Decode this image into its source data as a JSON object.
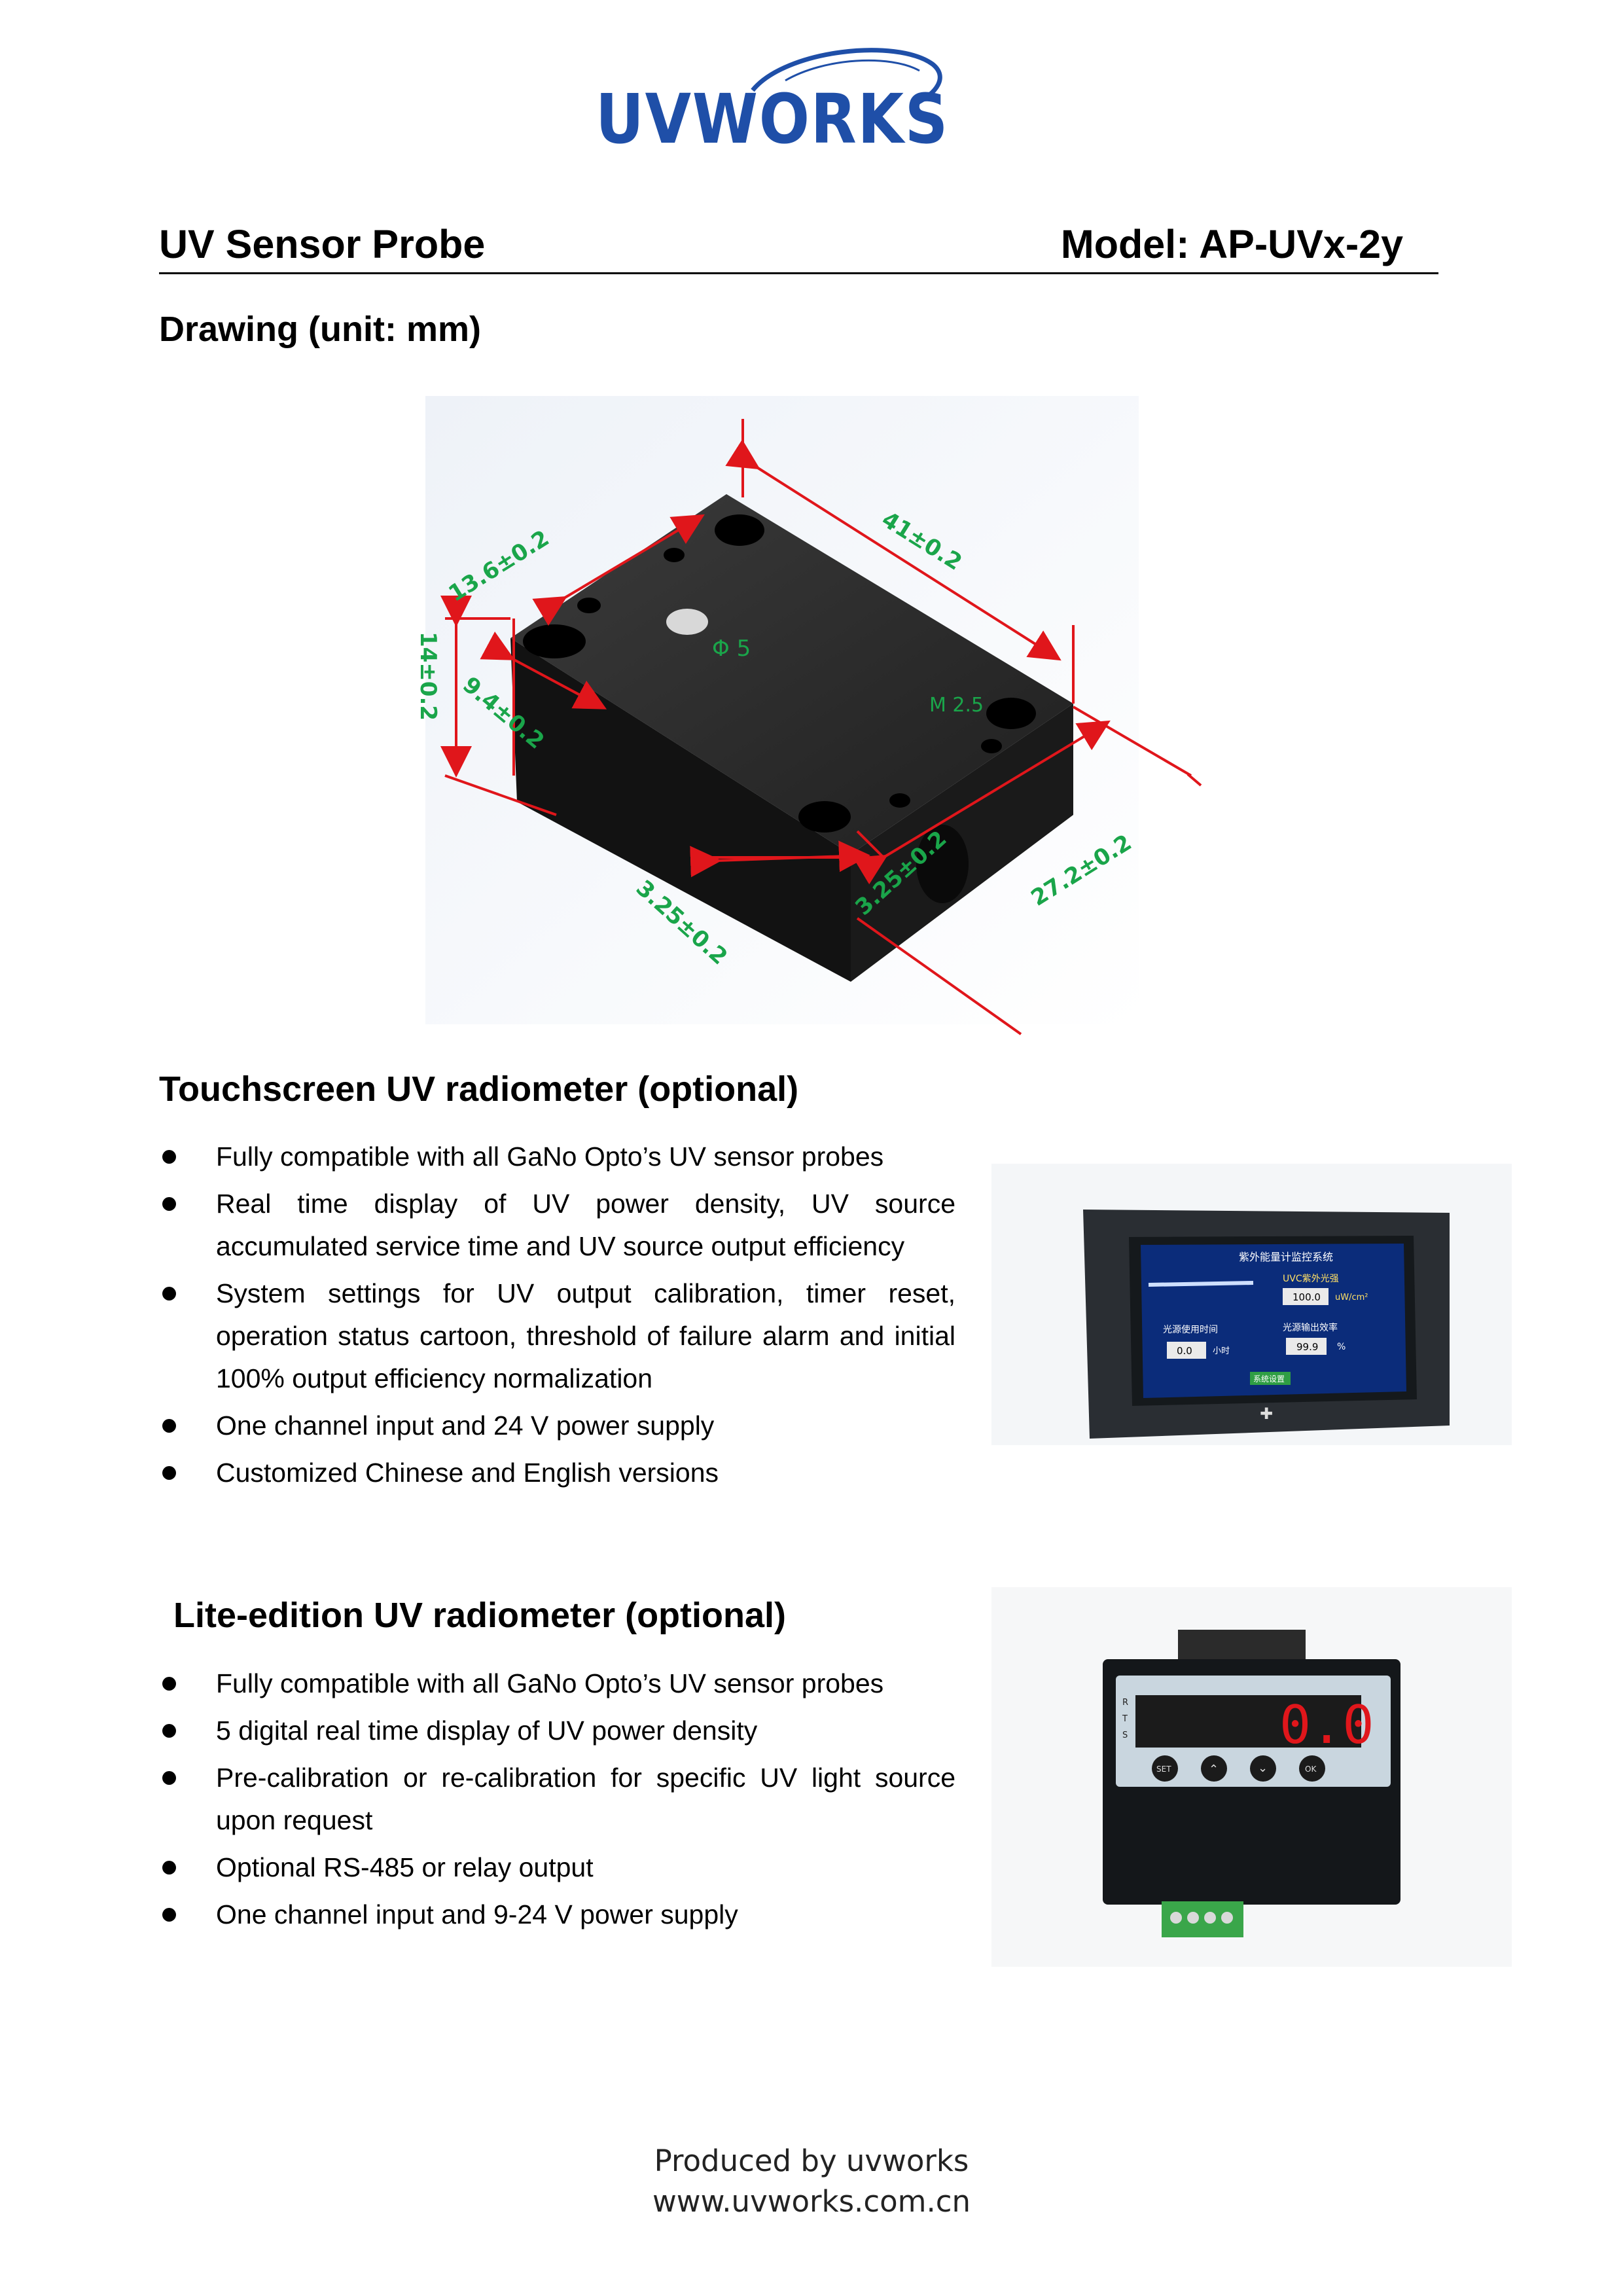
{
  "logo": {
    "text": "UVWORKS"
  },
  "header": {
    "product": "UV Sensor Probe",
    "model": "Model: AP-UVx-2y"
  },
  "drawing": {
    "heading": "Drawing (unit: mm)",
    "dimensions": {
      "length": "41±0.2",
      "width": "27.2±0.2",
      "height": "14±0.2",
      "hole_offset_x": "13.6±0.2",
      "hole_offset_y": "9.4±0.2",
      "side_offset_a": "3.25±0.2",
      "side_offset_b": "3.25±0.2",
      "hole_diameter": "Φ 5",
      "thread": "M 2.5"
    }
  },
  "touchscreen": {
    "heading": "Touchscreen UV radiometer (optional)",
    "bullets": [
      "Fully compatible with all GaNo Opto’s UV sensor probes",
      "Real time display of UV power density, UV source accumulated service time and UV source output efficiency",
      "System settings for UV output calibration, timer reset, operation status cartoon, threshold of failure alarm and initial 100% output efficiency normalization",
      "One channel input and 24 V power supply",
      "Customized Chinese and English versions"
    ],
    "screen": {
      "title": "紫外能量计监控系统",
      "uvc_label": "UVC紫外光强",
      "uvc_value": "100.0",
      "uvc_unit": "uW/cm²",
      "time_label": "光源使用时间",
      "time_value": "0.0",
      "time_unit": "小时",
      "eff_label": "光源输出效率",
      "eff_value": "99.9",
      "eff_unit": "%",
      "button": "系统设置"
    }
  },
  "lite": {
    "heading": "Lite-edition UV radiometer (optional)",
    "bullets": [
      "Fully compatible with all GaNo Opto’s UV sensor probes",
      "5 digital real time display of UV power density",
      "Pre-calibration or re-calibration for specific UV light source upon request",
      "Optional RS-485 or relay output",
      "One channel input and 9-24 V power supply"
    ],
    "display": {
      "value": "0.0",
      "indicators": [
        "R",
        "T",
        "S"
      ],
      "buttons": [
        "SET",
        "",
        "",
        "OK"
      ]
    }
  },
  "footer": {
    "line1": "Produced by uvworks",
    "line2": "www.uvworks.com.cn"
  },
  "colors": {
    "brand_blue": "#1f4fa8",
    "dimension_red": "#e0161b",
    "dimension_green": "#1aa54a"
  }
}
